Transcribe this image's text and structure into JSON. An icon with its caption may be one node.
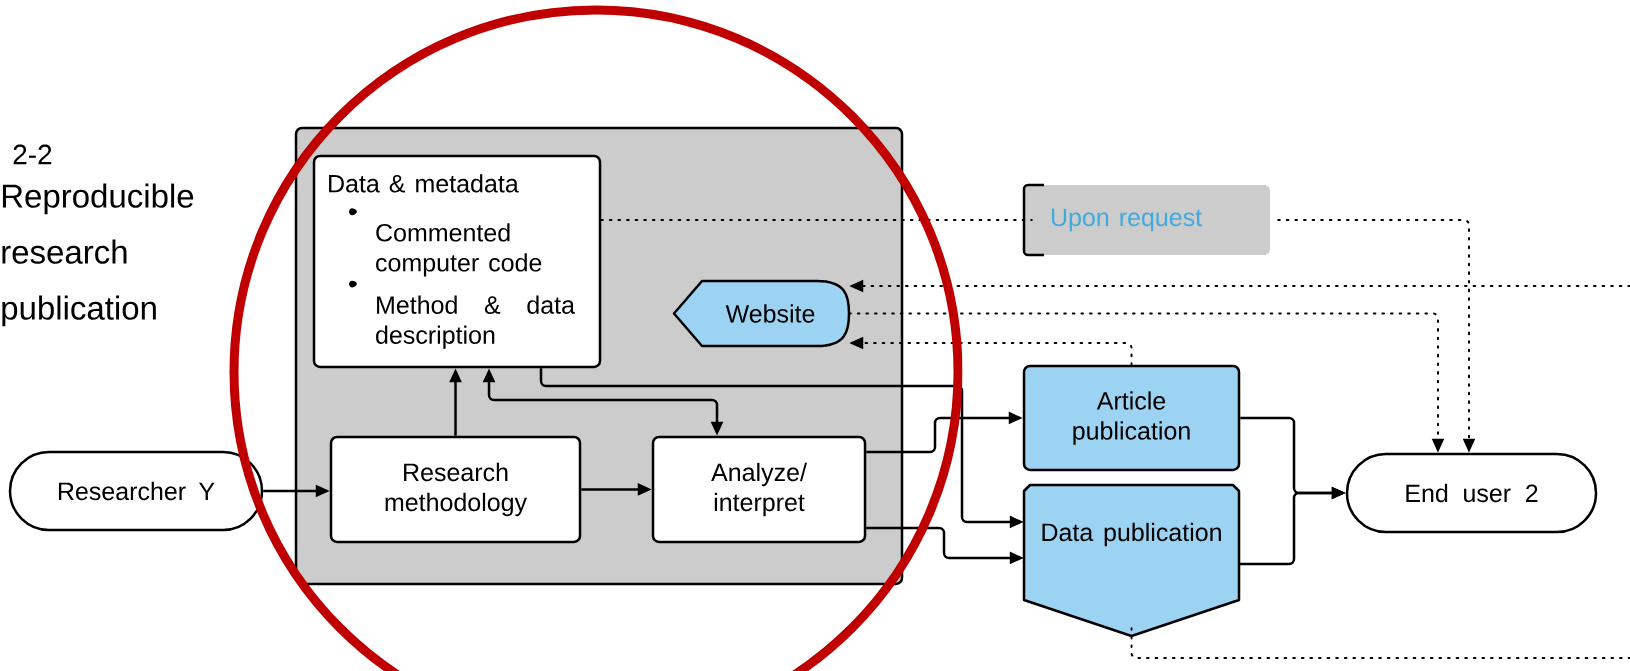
{
  "diagram": {
    "nodes": [
      {
        "text": [],
        "shape": "box"
      },
      {
        "text": [
          "Data & metadata",
          "Commented computer code",
          "Method & data description"
        ],
        "in": 0
      },
      {
        "text": [
          "Website"
        ],
        "in": 0
      },
      {
        "text": [
          "Research methodology"
        ],
        "in": 0
      },
      {
        "text": [
          "Analyze/ interpret"
        ],
        "in": 0
      },
      {
        "text": [
          "Researcher Y"
        ]
      },
      {
        "text": [
          "Upon request"
        ]
      },
      {
        "text": [
          "Article publication"
        ]
      },
      {
        "text": [
          "Data publication"
        ]
      },
      {
        "text": [
          "End user 2"
        ]
      }
    ],
    "edges": [
      {
        "from": 5,
        "to": 3,
        "arrow": "to"
      },
      {
        "from": 3,
        "to": 1,
        "arrow": "to"
      },
      {
        "from": 1,
        "to": 4,
        "arrow": "both"
      },
      {
        "from": 3,
        "to": 4,
        "arrow": "to"
      },
      {
        "from": 1,
        "to": 8,
        "arrow": "to"
      },
      {
        "from": 4,
        "to": 7,
        "arrow": "to"
      },
      {
        "from": 4,
        "to": 8,
        "arrow": "to"
      },
      {
        "from": 7,
        "to": 9,
        "arrow": "to"
      },
      {
        "from": 8,
        "to": 9,
        "arrow": "to"
      },
      {
        "from": 1,
        "to": 6,
        "arrow": "none",
        "style": "dashed"
      },
      {
        "from": 6,
        "to": 9,
        "arrow": "to",
        "style": "dashed"
      },
      {
        "from": 2,
        "to": 9,
        "arrow": "to",
        "style": "dashed"
      },
      {
        "from": null,
        "to": 2,
        "arrow": "to",
        "style": "dashed"
      },
      {
        "from": 7,
        "to": 2,
        "arrow": "to",
        "style": "dashed"
      },
      {
        "from": 8,
        "to": null,
        "arrow": "none",
        "style": "dashed"
      }
    ],
    "labels": [
      "2-2",
      "Reproducible research publication"
    ]
  }
}
